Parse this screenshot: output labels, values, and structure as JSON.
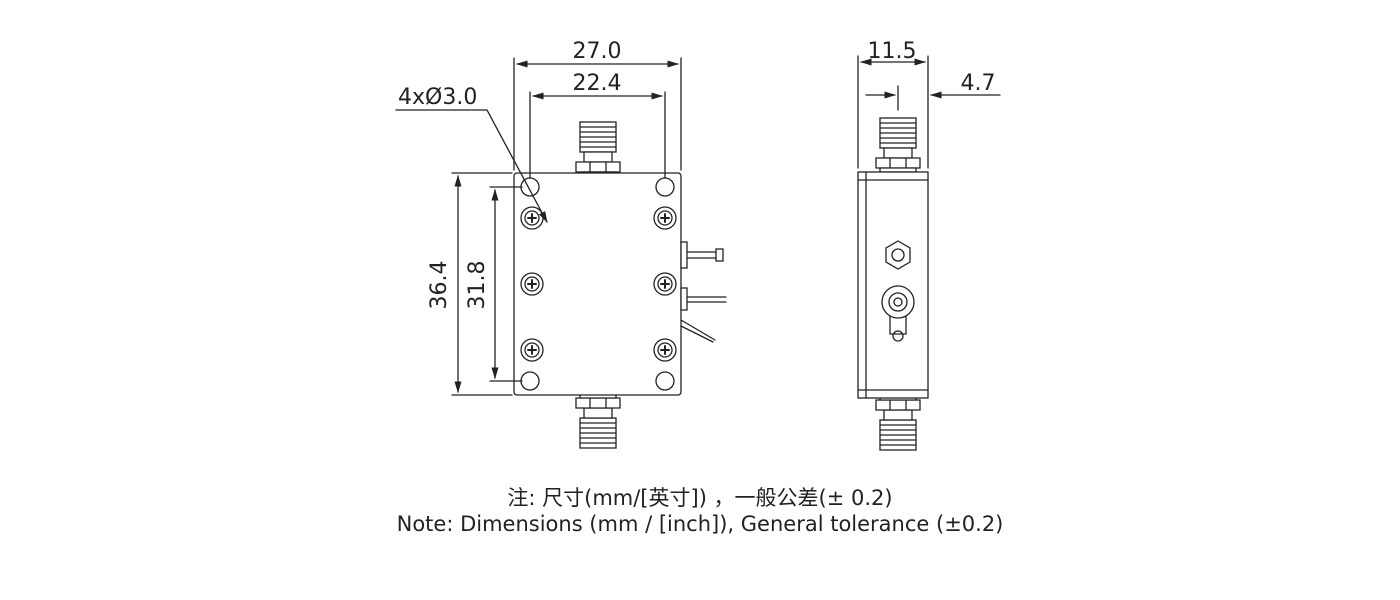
{
  "dimensions": {
    "front_overall_width": "27.0",
    "front_hole_spacing_x": "22.4",
    "hole_callout": "4xØ3.0",
    "front_overall_height": "36.4",
    "front_hole_spacing_y": "31.8",
    "side_overall_depth": "11.5",
    "side_connector_offset": "4.7"
  },
  "notes": {
    "zh": "注: 尺寸(mm/[英寸]) ，一般公差(± 0.2)",
    "en": "Note: Dimensions (mm / [inch]), General tolerance (±0.2)"
  },
  "colors": {
    "line": "#222222",
    "body_fill": "#ffffff"
  }
}
